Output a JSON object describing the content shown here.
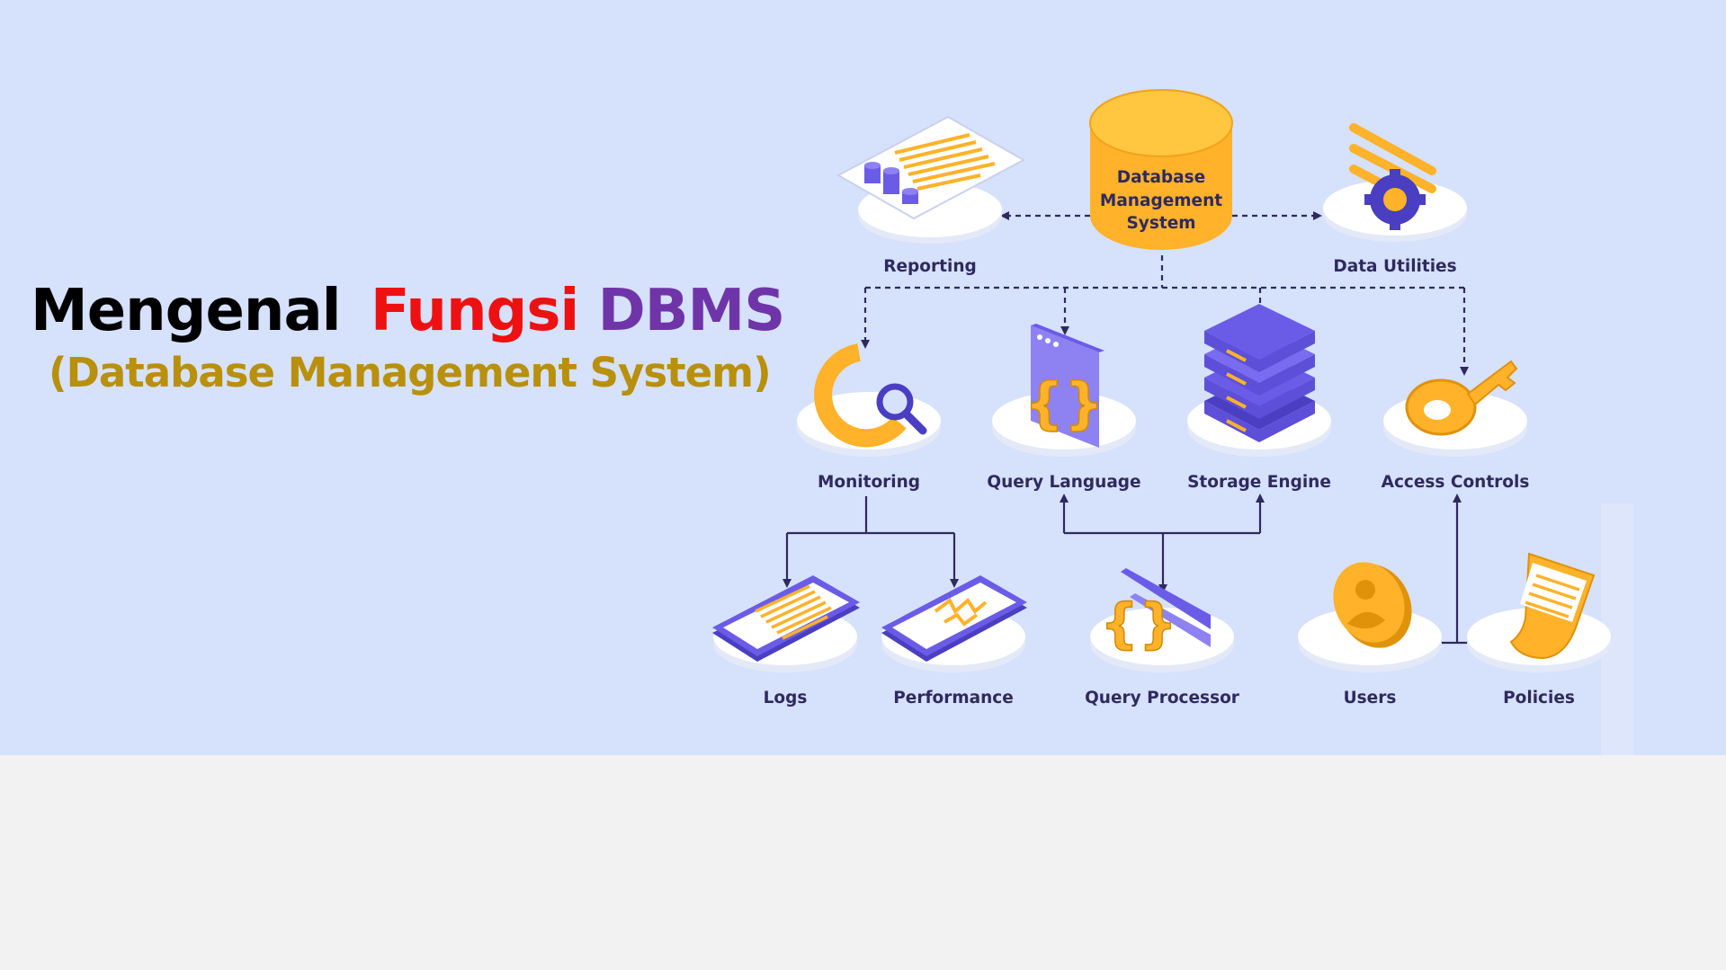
{
  "title": {
    "word1": "Mengenal",
    "word2": "Fungsi",
    "word3": "DBMS",
    "subtitle": "(Database Management System)"
  },
  "colors": {
    "background": "#d6e1fc",
    "page": "#f2f2f2",
    "word1": "#000000",
    "word2": "#ee1111",
    "word3": "#6f35a8",
    "subtitle": "#b8900c",
    "orange": "#ffb22a",
    "purple": "#6b5ce7",
    "ink": "#2f2a5e"
  },
  "diagram": {
    "core": {
      "line1": "Database",
      "line2": "Management",
      "line3": "System"
    },
    "nodes": {
      "reporting": "Reporting",
      "data_utilities": "Data Utilities",
      "monitoring": "Monitoring",
      "query_language": "Query Language",
      "storage_engine": "Storage Engine",
      "access_controls": "Access Controls",
      "logs": "Logs",
      "performance": "Performance",
      "query_processor": "Query Processor",
      "users": "Users",
      "policies": "Policies"
    },
    "icons": {
      "core": "database-cylinder-icon",
      "reporting": "report-document-icon",
      "data_utilities": "gear-icon",
      "monitoring": "magnifier-ring-icon",
      "query_language": "code-braces-icon",
      "storage_engine": "server-stack-icon",
      "access_controls": "key-icon",
      "logs": "log-tablet-icon",
      "performance": "performance-tablet-icon",
      "query_processor": "braces-processor-icon",
      "users": "user-coin-icon",
      "policies": "policy-scroll-icon"
    }
  }
}
